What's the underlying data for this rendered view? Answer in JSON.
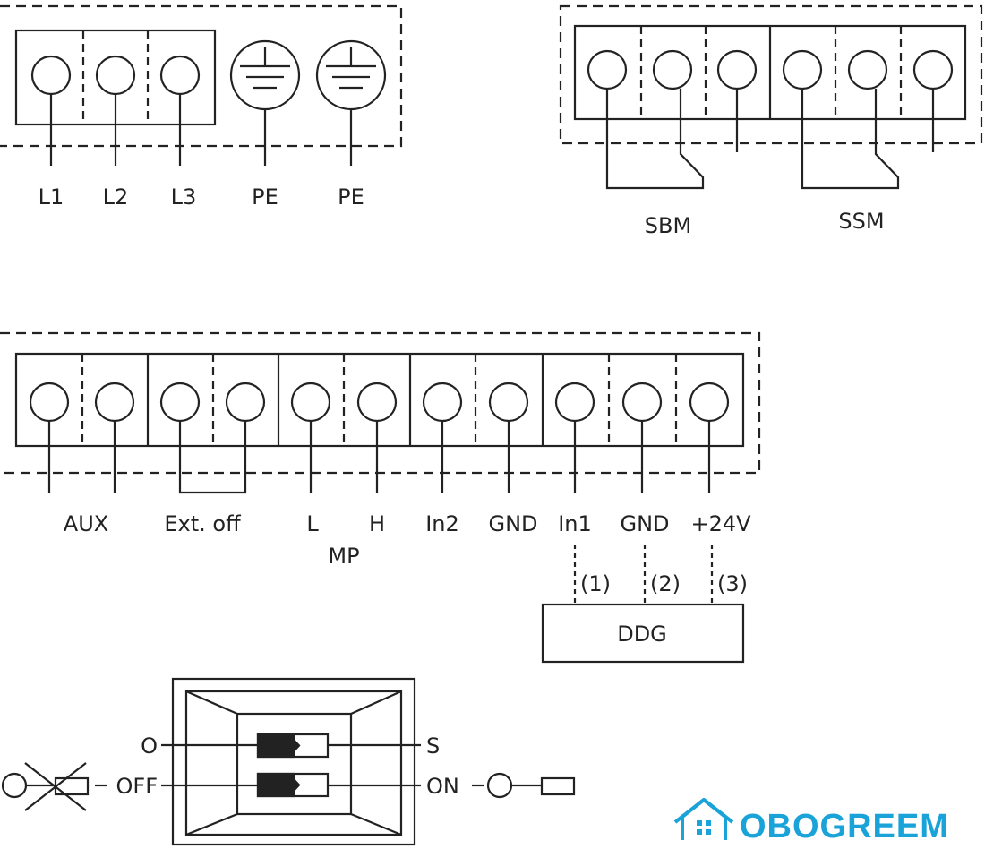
{
  "colors": {
    "line": "#222222",
    "background": "#ffffff",
    "brand": "#1aa3d9"
  },
  "power_terminals": {
    "labels": [
      "L1",
      "L2",
      "L3",
      "PE",
      "PE"
    ]
  },
  "signal_terminals": {
    "labels": [
      "SBM",
      "SSM"
    ]
  },
  "control_terminals": {
    "labels": [
      "AUX",
      "Ext. off",
      "L",
      "H",
      "In2",
      "GND",
      "In1",
      "GND",
      "+24V"
    ],
    "group_label": "MP"
  },
  "sensor": {
    "label": "DDG",
    "wire_labels": [
      "(1)",
      "(2)",
      "(3)"
    ]
  },
  "dip_switch": {
    "top_left": "O",
    "top_right": "S",
    "bottom_left": "OFF",
    "bottom_right": "ON"
  },
  "logo": {
    "brand": "OBOGREEM",
    "icon": "house-logo-icon"
  }
}
